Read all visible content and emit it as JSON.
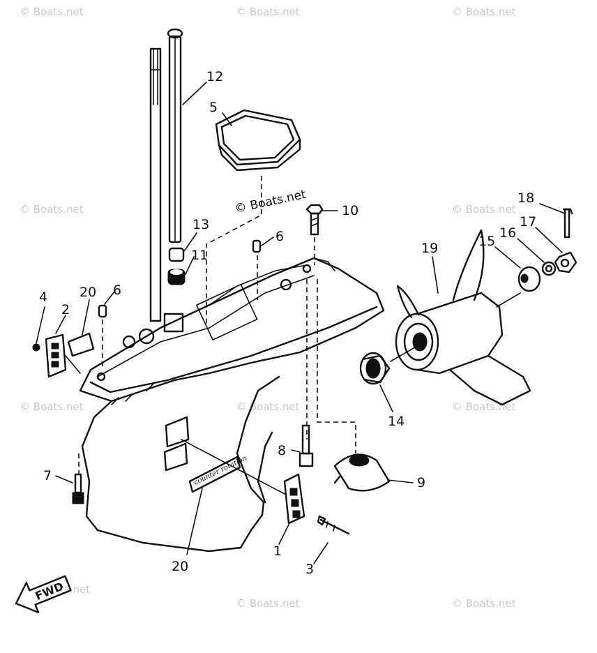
{
  "watermarks": {
    "text": "© Boats.net",
    "short": "ts.net",
    "center_mark": "© Boats.net"
  },
  "direction_arrow": {
    "label": "FWD"
  },
  "decal_text": "counter rotation",
  "callouts": {
    "c1": "1",
    "c2": "2",
    "c3": "3",
    "c4": "4",
    "c5": "5",
    "c6a": "6",
    "c6b": "6",
    "c7": "7",
    "c8": "8",
    "c9": "9",
    "c10": "10",
    "c11": "11",
    "c12": "12",
    "c13": "13",
    "c14": "14",
    "c15": "15",
    "c16": "16",
    "c17": "17",
    "c18": "18",
    "c19": "19",
    "c20a": "20",
    "c20b": "20"
  },
  "colors": {
    "ink": "#111111",
    "background": "#ffffff",
    "watermark": "#c9c9c9"
  }
}
